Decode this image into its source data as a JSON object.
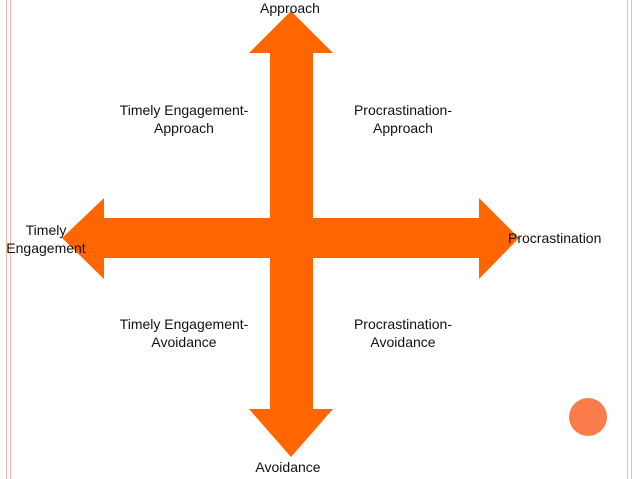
{
  "colors": {
    "arrow": "#ff6600",
    "circle": "#f97c4a",
    "border": "#f4b9a6"
  },
  "axes": {
    "top": "Approach",
    "bottom": "Avoidance",
    "right": "Procrastination",
    "left": "Timely\nEngagement"
  },
  "quadrants": {
    "top_left": "Timely Engagement-\nApproach",
    "top_right": "Procrastination-\nApproach",
    "bottom_left": "Timely Engagement-\nAvoidance",
    "bottom_right": "Procrastination-\nAvoidance"
  }
}
